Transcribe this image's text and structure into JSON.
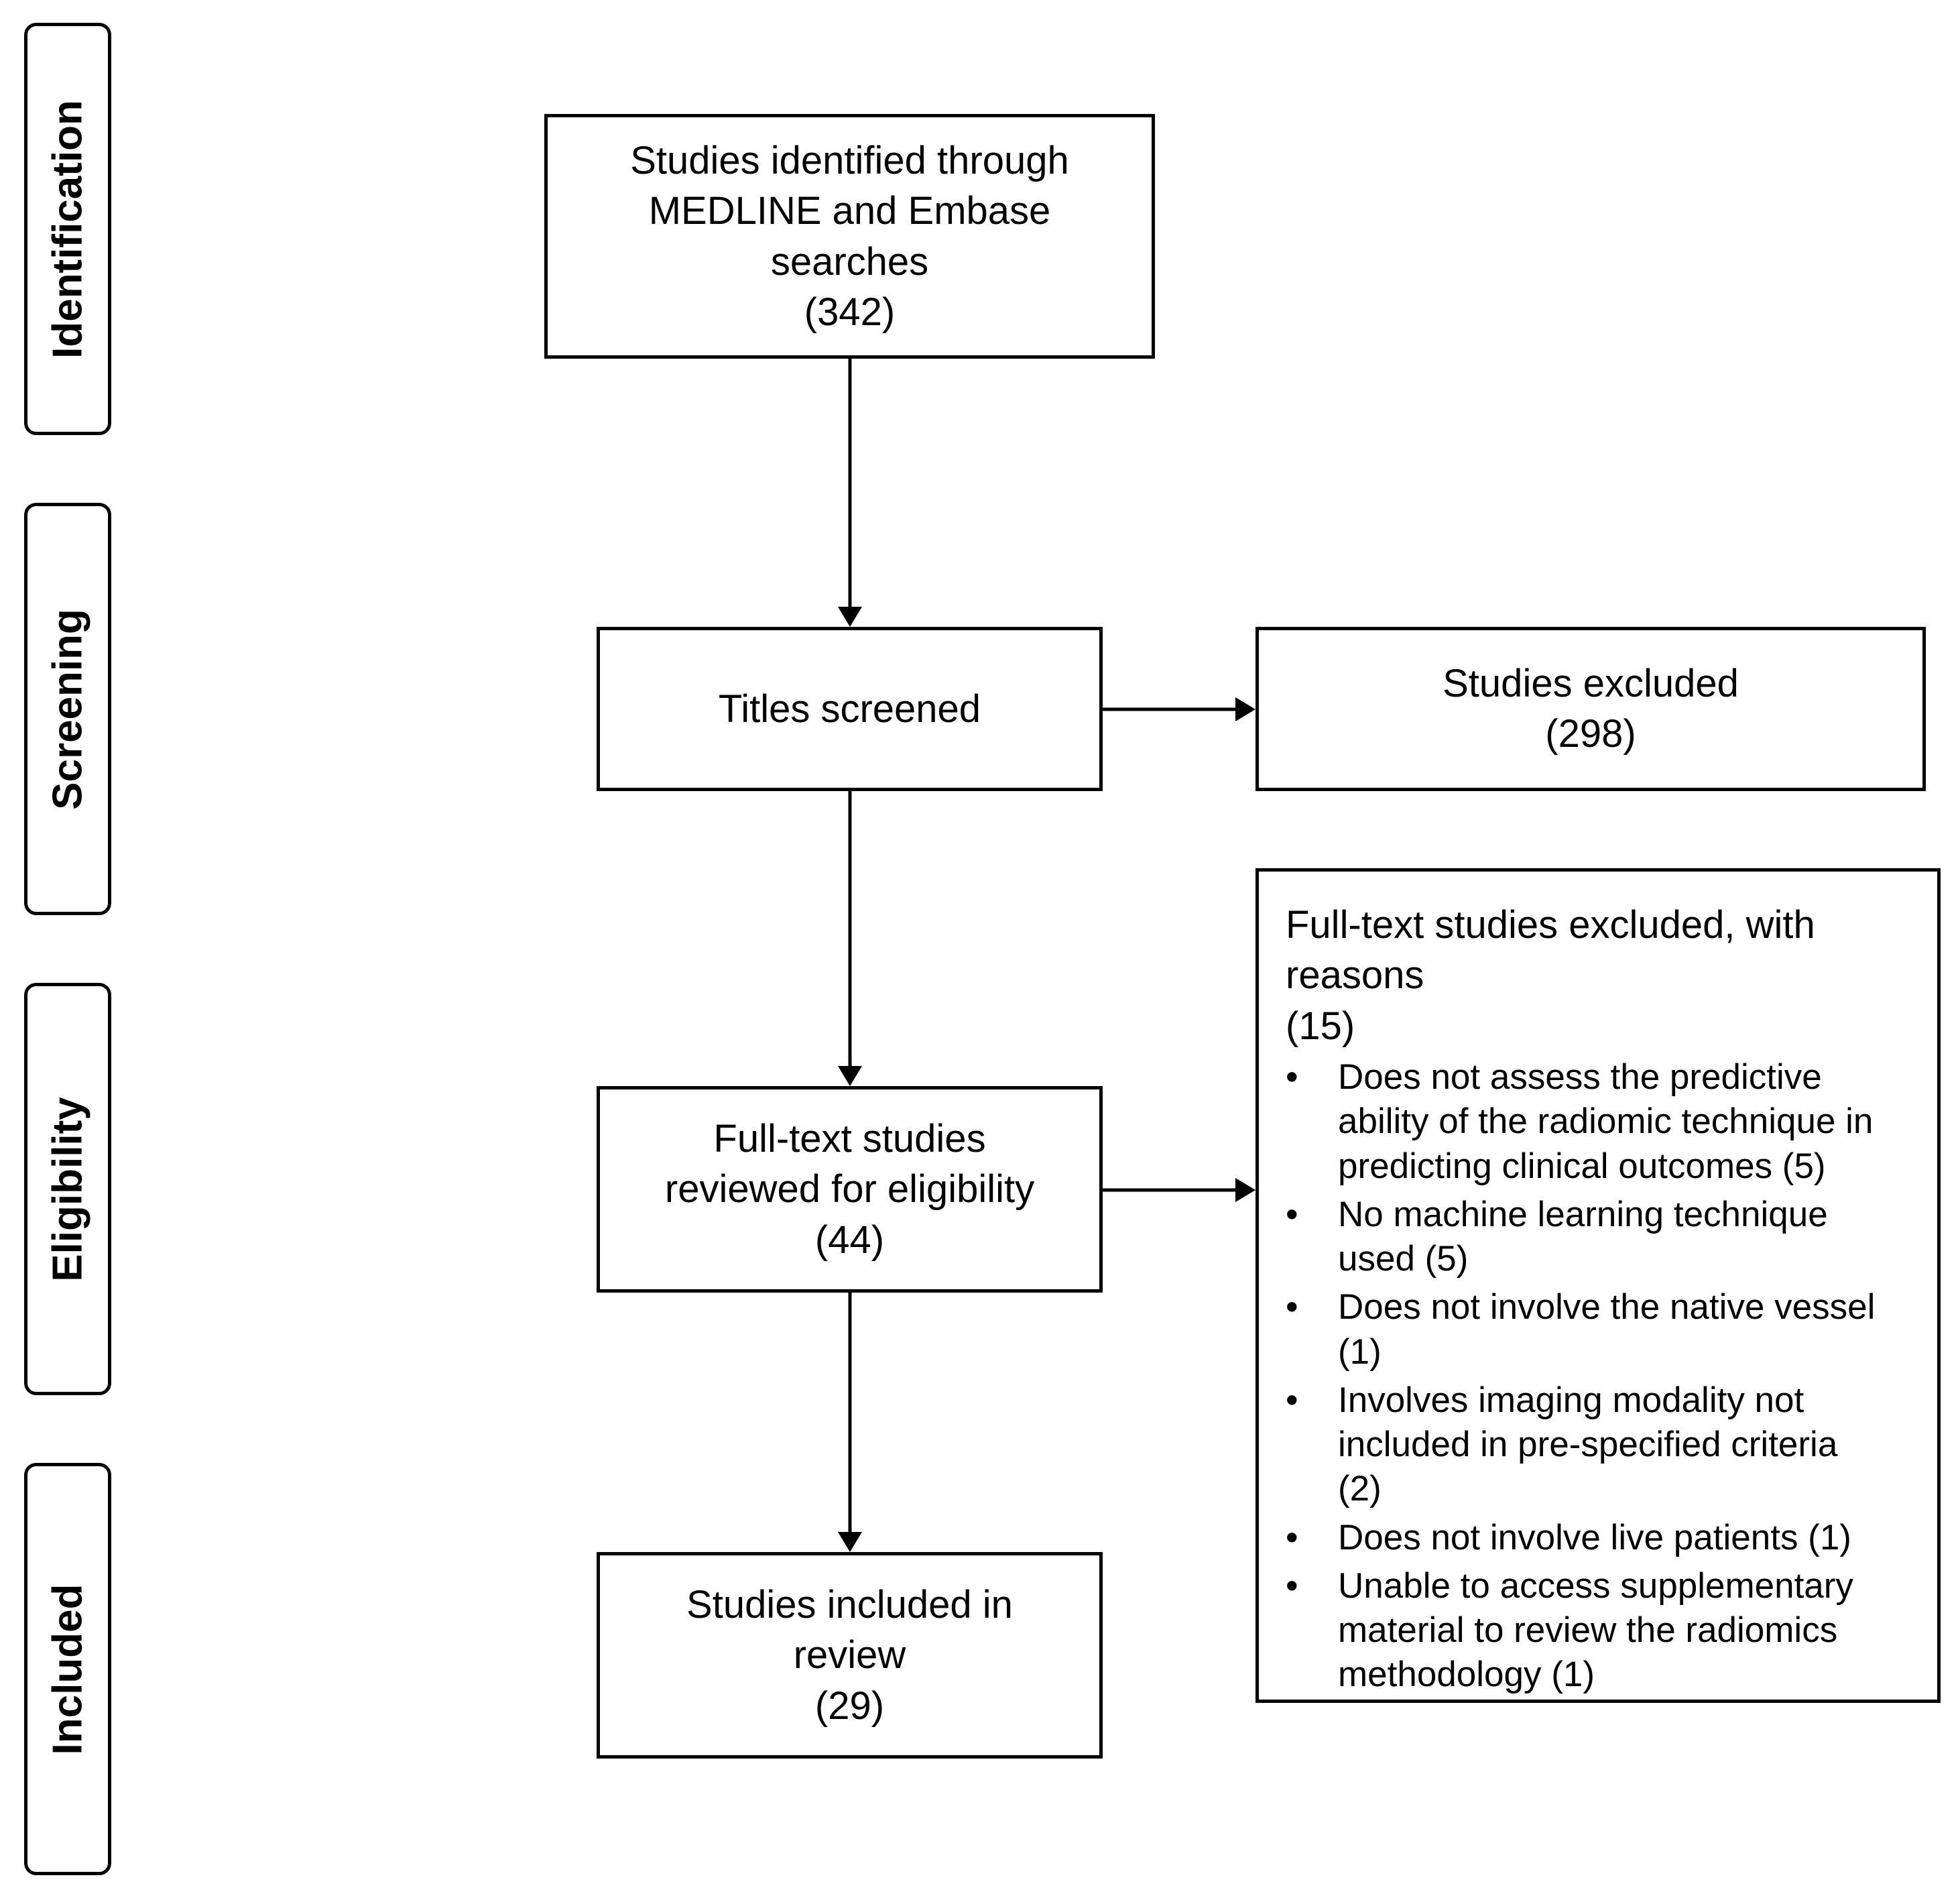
{
  "stages": {
    "identification": "Identification",
    "screening": "Screening",
    "eligibility": "Eligibility",
    "included": "Included"
  },
  "boxes": {
    "identified": {
      "line1": "Studies identified through",
      "line2": "MEDLINE and Embase",
      "line3": "searches",
      "count": "(342)"
    },
    "screened": {
      "label": "Titles screened"
    },
    "excluded": {
      "label": "Studies excluded",
      "count": "(298)"
    },
    "fulltext": {
      "line1": "Full-text studies",
      "line2": "reviewed for eligibility",
      "count": "(44)"
    },
    "included": {
      "line1": "Studies included in",
      "line2": "review",
      "count": "(29)"
    }
  },
  "fulltext_excluded": {
    "heading_line1": "Full-text studies excluded, with",
    "heading_line2": "reasons",
    "count": "(15)",
    "bullet": "•",
    "reasons": [
      {
        "lines": [
          "Does not assess the predictive",
          "ability of the radiomic technique in",
          "predicting clinical outcomes (5)"
        ]
      },
      {
        "lines": [
          "No machine learning technique",
          "used (5)"
        ]
      },
      {
        "lines": [
          "Does not involve the native vessel",
          "(1)"
        ]
      },
      {
        "lines": [
          "Involves imaging modality not",
          "included in pre-specified criteria",
          "(2)"
        ]
      },
      {
        "lines": [
          "Does not involve live patients (1)"
        ]
      },
      {
        "lines": [
          "Unable to access supplementary",
          "material to review the radiomics",
          "methodology (1)"
        ]
      }
    ]
  }
}
